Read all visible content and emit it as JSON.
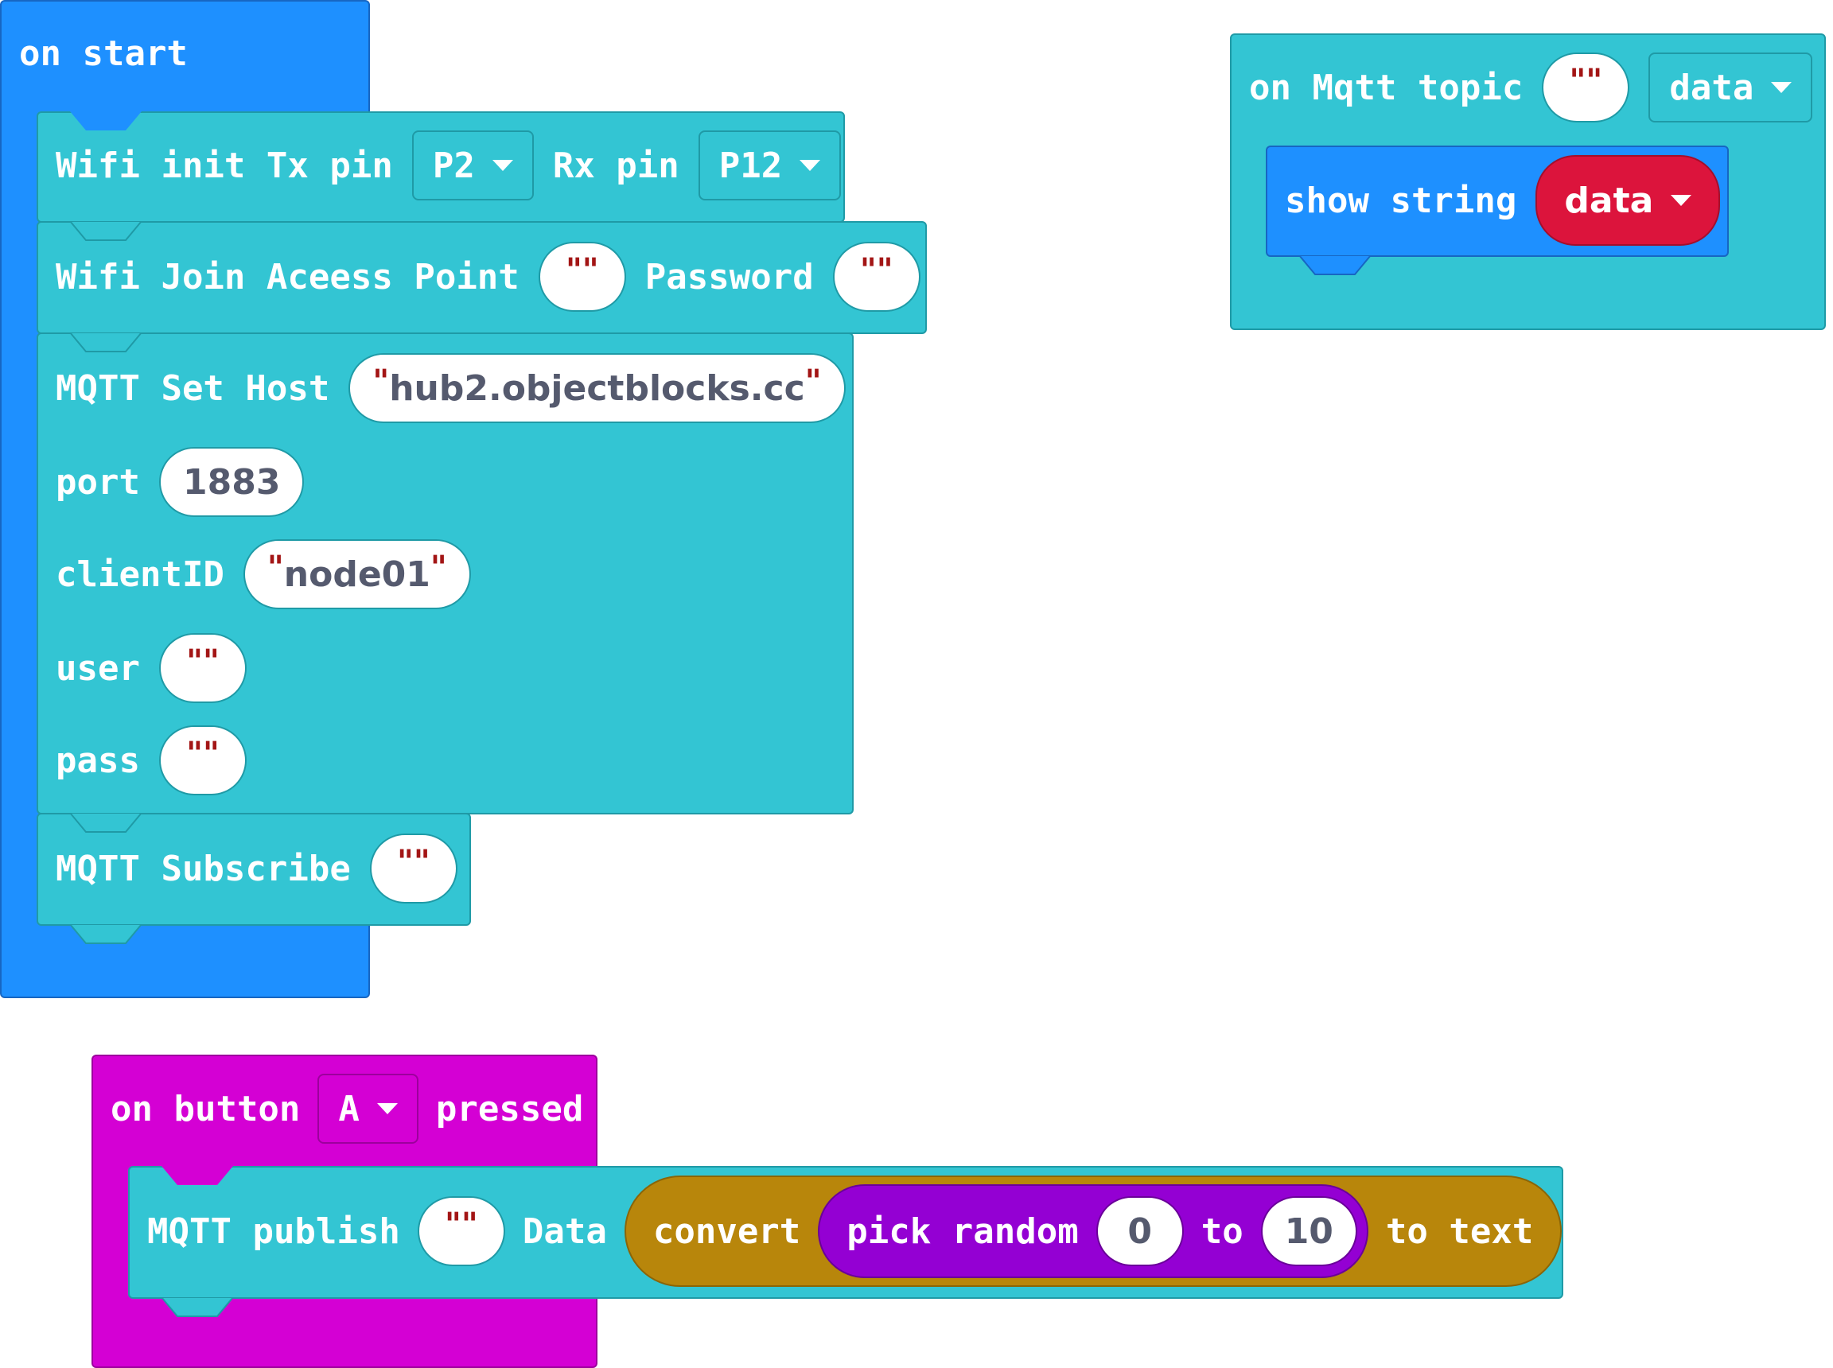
{
  "on_start": {
    "label": "on start",
    "wifi_init": {
      "prefix": "Wifi init Tx pin",
      "tx_value": "P2",
      "rx_label": "Rx pin",
      "rx_value": "P12"
    },
    "wifi_join": {
      "prefix": "Wifi Join Aceess Point",
      "ap_value": "",
      "password_label": "Password",
      "password_value": ""
    },
    "mqtt_host": {
      "prefix": "MQTT Set Host",
      "host_value": "hub2.objectblocks.cc",
      "port_label": "port",
      "port_value": "1883",
      "client_label": "clientID",
      "client_value": "node01",
      "user_label": "user",
      "user_value": "",
      "pass_label": "pass",
      "pass_value": ""
    },
    "mqtt_subscribe": {
      "prefix": "MQTT Subscribe",
      "topic_value": ""
    }
  },
  "on_mqtt": {
    "prefix": "on Mqtt topic",
    "topic_value": "",
    "var_value": "data",
    "show_string": {
      "label": "show string",
      "var_value": "data"
    }
  },
  "on_button": {
    "prefix": "on button",
    "button_value": "A",
    "suffix": "pressed",
    "publish": {
      "prefix": "MQTT publish",
      "topic_value": "",
      "data_label": "Data",
      "convert_label": "convert",
      "random_label": "pick random",
      "from_value": "0",
      "to_label": "to",
      "to_value": "10",
      "to_text_label": "to text"
    }
  },
  "colors": {
    "basic_blue": "#1e90ff",
    "wifi_teal": "#33c5d3",
    "input_magenta": "#d400d4",
    "variable_red": "#dc143c",
    "convert_gold": "#b8860b",
    "math_purple": "#9400d3"
  }
}
